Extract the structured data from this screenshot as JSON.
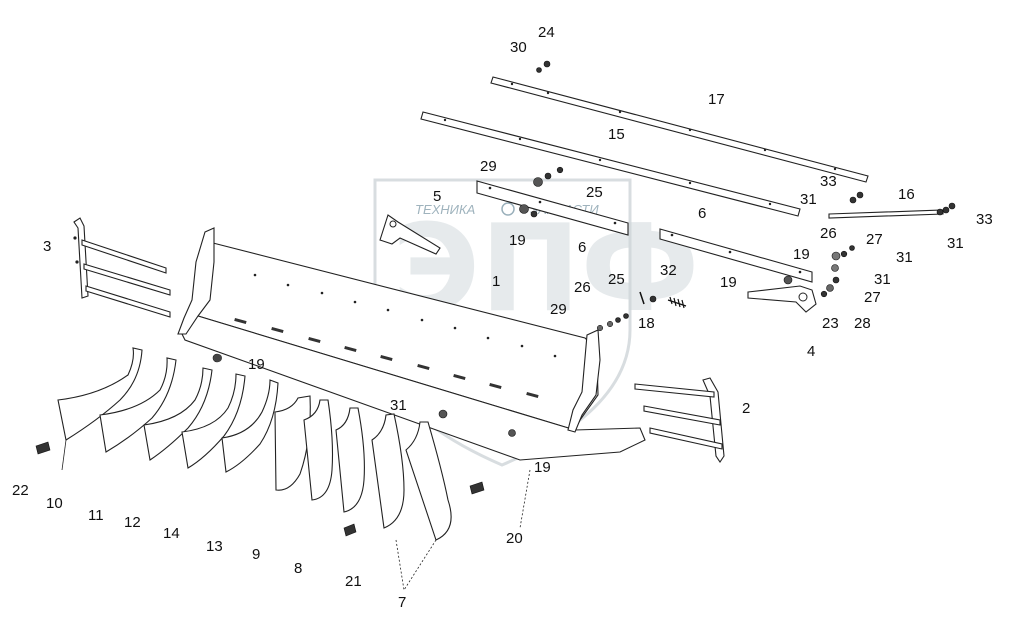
{
  "watermark": {
    "brand_left": "ТЕХНИКА",
    "brand_right": "ЗАПЧАСТИ",
    "letters": "ЭПФ"
  },
  "labels": [
    {
      "id": "p1",
      "text": "1"
    },
    {
      "id": "p2",
      "text": "2"
    },
    {
      "id": "p3",
      "text": "3"
    },
    {
      "id": "p4",
      "text": "4"
    },
    {
      "id": "p5",
      "text": "5"
    },
    {
      "id": "p6a",
      "text": "6"
    },
    {
      "id": "p6b",
      "text": "6"
    },
    {
      "id": "p7",
      "text": "7"
    },
    {
      "id": "p8",
      "text": "8"
    },
    {
      "id": "p9",
      "text": "9"
    },
    {
      "id": "p10",
      "text": "10"
    },
    {
      "id": "p11",
      "text": "11"
    },
    {
      "id": "p12",
      "text": "12"
    },
    {
      "id": "p13",
      "text": "13"
    },
    {
      "id": "p14",
      "text": "14"
    },
    {
      "id": "p15",
      "text": "15"
    },
    {
      "id": "p16",
      "text": "16"
    },
    {
      "id": "p17",
      "text": "17"
    },
    {
      "id": "p18",
      "text": "18"
    },
    {
      "id": "p19a",
      "text": "19"
    },
    {
      "id": "p19b",
      "text": "19"
    },
    {
      "id": "p19c",
      "text": "19"
    },
    {
      "id": "p19d",
      "text": "19"
    },
    {
      "id": "p19e",
      "text": "19"
    },
    {
      "id": "p20",
      "text": "20"
    },
    {
      "id": "p21",
      "text": "21"
    },
    {
      "id": "p22",
      "text": "22"
    },
    {
      "id": "p23",
      "text": "23"
    },
    {
      "id": "p24",
      "text": "24"
    },
    {
      "id": "p25a",
      "text": "25"
    },
    {
      "id": "p25b",
      "text": "25"
    },
    {
      "id": "p26a",
      "text": "26"
    },
    {
      "id": "p26b",
      "text": "26"
    },
    {
      "id": "p27a",
      "text": "27"
    },
    {
      "id": "p27b",
      "text": "27"
    },
    {
      "id": "p28",
      "text": "28"
    },
    {
      "id": "p29a",
      "text": "29"
    },
    {
      "id": "p29b",
      "text": "29"
    },
    {
      "id": "p30",
      "text": "30"
    },
    {
      "id": "p31a",
      "text": "31"
    },
    {
      "id": "p31b",
      "text": "31"
    },
    {
      "id": "p31c",
      "text": "31"
    },
    {
      "id": "p31d",
      "text": "31"
    },
    {
      "id": "p31e",
      "text": "31"
    },
    {
      "id": "p32",
      "text": "32"
    },
    {
      "id": "p33a",
      "text": "33"
    },
    {
      "id": "p33b",
      "text": "33"
    }
  ]
}
